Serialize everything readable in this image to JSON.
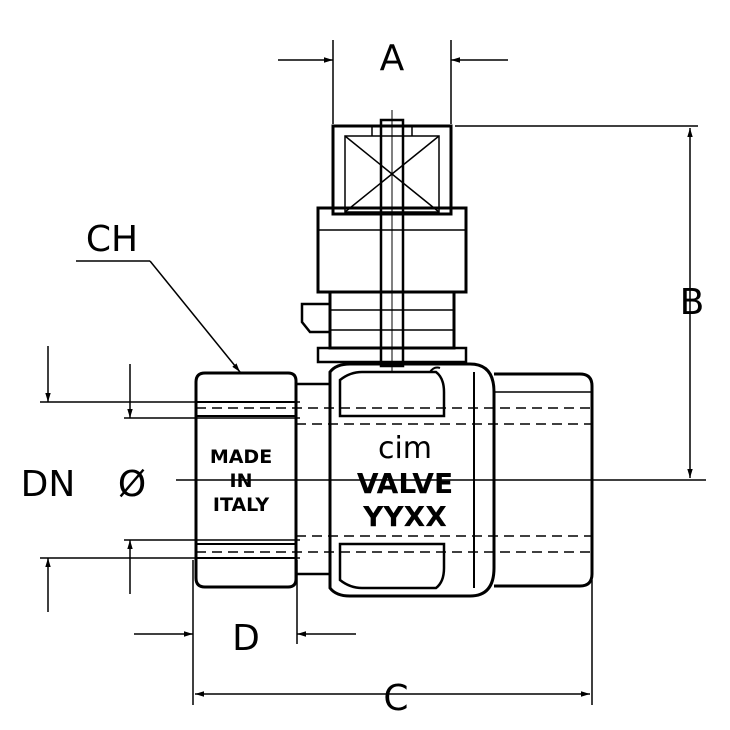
{
  "dimensions": {
    "a": "A",
    "b": "B",
    "c": "C",
    "d": "D",
    "dn": "DN",
    "ch": "CH",
    "diameter": "Ø"
  },
  "markings": {
    "end_cap": [
      "MADE",
      "IN",
      "ITALY"
    ],
    "body_logo": "cim",
    "body_line1": "VALVE",
    "body_line2": "YYXX"
  },
  "colors": {
    "stroke": "#000000",
    "background": "#ffffff"
  }
}
